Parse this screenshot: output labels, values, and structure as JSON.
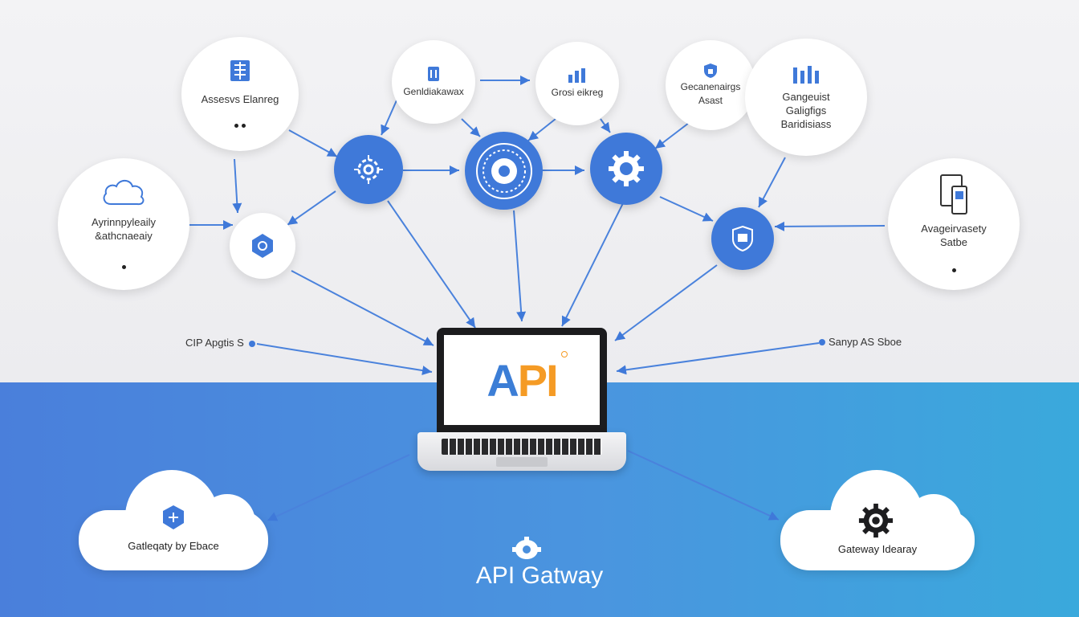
{
  "nodes": {
    "top_1": "Assesvs Elanreg",
    "top_2": "Genldiakawax",
    "top_3": "Grosi eikreg",
    "top_4": "Gecanenairgs\nAsast",
    "top_5": "Gangeuist\nGaligfigs\nBaridisiass",
    "left": "Ayrinnpyleaily\n&athcnaeaiy",
    "right": "Avageirvasety\nSatbe"
  },
  "side_labels": {
    "left": "CIP Apgtis S",
    "right": "Sanyp AS Sboe"
  },
  "laptop": {
    "logo_a": "A",
    "logo_p": "P",
    "logo_i": "I"
  },
  "clouds": {
    "left": "Gatleqaty by Ebace",
    "right": "Gateway Idearay"
  },
  "footer": {
    "title": "API Gatway"
  },
  "colors": {
    "accent": "#3f79d9",
    "logo_blue": "#3c7ed6",
    "logo_orange": "#f59b25"
  },
  "icons": {
    "top_1": "building-icon",
    "top_2": "server-icon",
    "top_3": "bar-chart-icon",
    "top_4": "shield-icon",
    "top_5": "pillars-icon",
    "left": "cloud-outline-icon",
    "right": "devices-icon",
    "hub_small": "shield-gear-icon",
    "hub_1": "gear-circuit-icon",
    "hub_2": "target-icon",
    "hub_3": "gear-icon",
    "hub_4": "badge-icon",
    "cloud_left": "shield-icon",
    "cloud_right": "gear-icon",
    "footer": "gear-icon"
  }
}
